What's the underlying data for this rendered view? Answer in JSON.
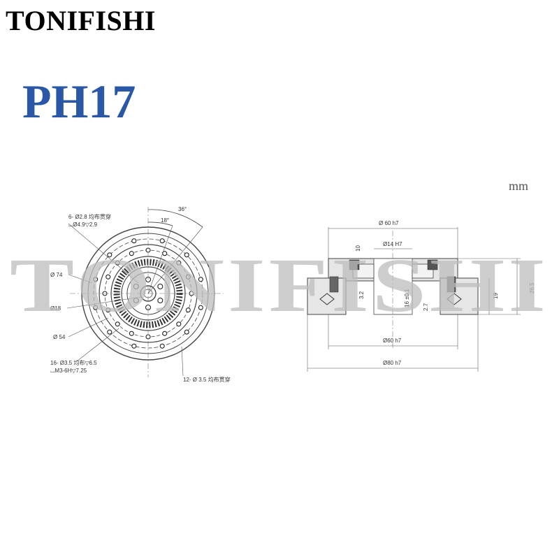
{
  "header": {
    "brand": "TONIFISHI",
    "model": "PH17",
    "unit": "mm"
  },
  "watermark": "TONIFISHI",
  "front_view": {
    "dim_hole_6": "6- Ø2.8 均布贯穿",
    "dim_cbore_6": "⌴Ø4.9▽2.9",
    "dim_angle_36": "36°",
    "dim_angle_18": "18°",
    "dim_d74": "Ø 74",
    "dim_d18": "Ø18",
    "dim_d54": "Ø 54",
    "dim_holes_16": "16- Ø3.5 均布▽6.5",
    "dim_thread_16": "⌴M3-6H▽7.25",
    "dim_holes_12": "12- Ø 3.5 均布贯穿"
  },
  "side_view": {
    "dim_top_dia": "Ø 60 h7",
    "dim_inner_dia": "Ø14 H7",
    "dim_10": "10",
    "dim_32": "3.2",
    "dim_16": "16 ±0.1",
    "dim_27": "2.7",
    "dim_19": "19",
    "dim_265": "26.5",
    "dim_bottom_dia": "Ø60 h7",
    "dim_outer_dia": "Ø80 h7"
  },
  "colors": {
    "model_blue": "#2b58a6",
    "watermark_gray": "#bdbdbd"
  }
}
